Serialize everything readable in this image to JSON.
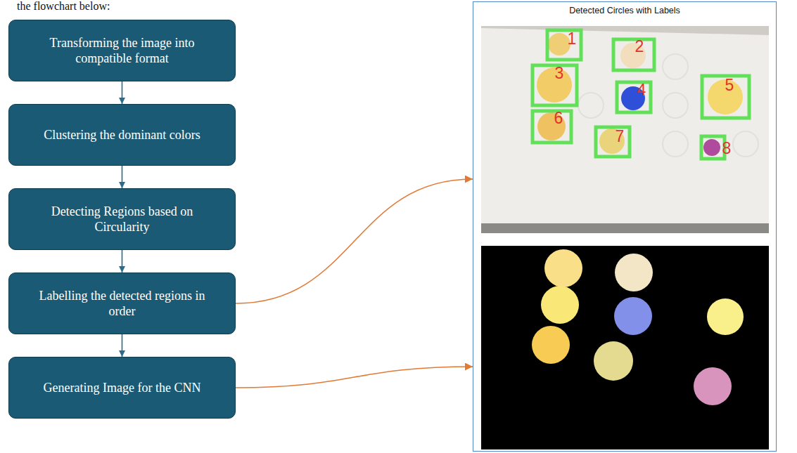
{
  "diagram": {
    "nodes": [
      {
        "text": [
          "Transforming the image into compatible format"
        ]
      },
      {
        "text": [
          "Clustering the dominant colors"
        ]
      },
      {
        "text": [
          "Detecting Regions based on Circularity"
        ]
      },
      {
        "text": [
          "Labelling the detected regions in order"
        ]
      },
      {
        "text": [
          "Generating Image for the CNN"
        ]
      },
      {
        "text": [
          "Detected Circles with Labels"
        ]
      }
    ],
    "edges": [
      {
        "from": 0,
        "to": 1,
        "arrow": "to"
      },
      {
        "from": 1,
        "to": 2,
        "arrow": "to"
      },
      {
        "from": 2,
        "to": 3,
        "arrow": "to"
      },
      {
        "from": 3,
        "to": 4,
        "arrow": "to"
      },
      {
        "from": 3,
        "to": 5,
        "arrow": "to"
      },
      {
        "from": 4,
        "to": 5,
        "arrow": "to"
      }
    ],
    "labels": [
      "the flowchart below:",
      "1",
      "2",
      "3",
      "4",
      "5",
      "6",
      "7",
      "8"
    ]
  }
}
